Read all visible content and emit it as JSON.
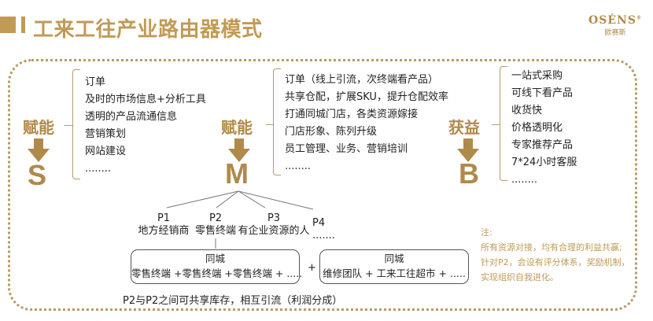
{
  "header": {
    "title": "工来工往产业路由器模式",
    "logo_main": "OSÉNS",
    "logo_mark": "®",
    "logo_sub": "欧赛斯"
  },
  "columns": [
    {
      "label": "赋能",
      "letter": "S",
      "arrow_icon": "down-arrow-icon",
      "items": [
        "订单",
        "及时的市场信息+分析工具",
        "透明的产品流通信息",
        "营销策划",
        "网站建设",
        "........"
      ]
    },
    {
      "label": "赋能",
      "letter": "M",
      "arrow_icon": "down-arrow-icon",
      "items": [
        "订单（线上引流，次终端看产品）",
        "共享仓配，扩展SKU，提升仓配效率",
        "打通同城门店，各类资源嫁接",
        "门店形象、陈列升级",
        "员工管理、业务、营销培训",
        "........"
      ]
    },
    {
      "label": "获益",
      "letter": "B",
      "arrow_icon": "down-arrow-icon",
      "items": [
        "一站式采购",
        "可线下看产品",
        "收货快",
        "价格透明化",
        "专家推荐产品",
        "7*24小时客服",
        "........"
      ]
    }
  ],
  "participants": [
    {
      "code": "P1",
      "name": "地方经销商"
    },
    {
      "code": "P2",
      "name": "零售终端"
    },
    {
      "code": "P3",
      "name": "有企业资源的人"
    },
    {
      "code": "P4",
      "name": "......."
    }
  ],
  "city_boxes": [
    {
      "title": "同城",
      "content": "零售终端 +零售终端 +零售终端 +    ....."
    },
    {
      "title": "同城",
      "content": "维修团队 + 工来工往超市  +  ....."
    }
  ],
  "plus_sign": "+",
  "bottom_note": "P2与P2之间可共享库存，相互引流（利润分成）",
  "note": {
    "title": "注:",
    "lines": [
      "所有资源对接，均有合理的利益共赢;",
      "针对P2，会设有评分体系，奖励机制，",
      "实现组织自我进化。"
    ]
  },
  "colors": {
    "accent": "#c19a56",
    "frame": "#b99a66",
    "text": "#222222"
  }
}
